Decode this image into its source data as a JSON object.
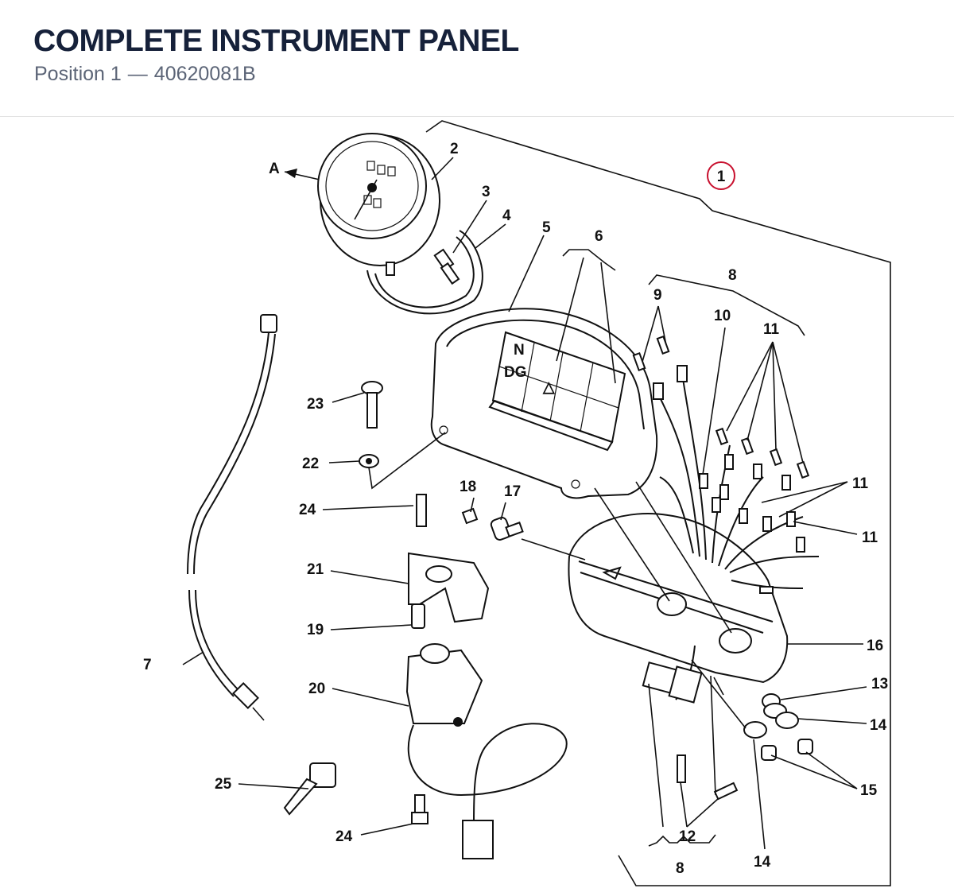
{
  "header": {
    "title": "COMPLETE INSTRUMENT PANEL",
    "position_label": "Position 1",
    "separator": "—",
    "part_number": "40620081B"
  },
  "diagram": {
    "direction_label": "A",
    "callout_main": "1",
    "callout_color": "#c8102e",
    "panel_symbols": [
      "N",
      "DG",
      "△"
    ],
    "labels": {
      "l2": "2",
      "l3": "3",
      "l4": "4",
      "l5": "5",
      "l6": "6",
      "l7": "7",
      "l8_top": "8",
      "l8_bottom": "8",
      "l9": "9",
      "l10": "10",
      "l11_a": "11",
      "l11_b": "11",
      "l11_c": "11",
      "l12": "12",
      "l13": "13",
      "l14_a": "14",
      "l14_b": "14",
      "l15": "15",
      "l16": "16",
      "l17": "17",
      "l18": "18",
      "l19": "19",
      "l20": "20",
      "l21": "21",
      "l22": "22",
      "l23": "23",
      "l24_a": "24",
      "l24_b": "24",
      "l25": "25"
    }
  }
}
